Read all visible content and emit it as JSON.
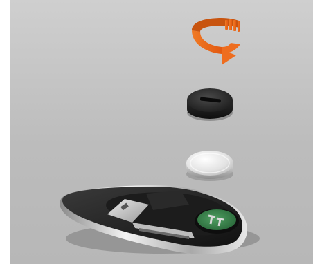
{
  "scene": {
    "background_color": "#bdbdbd",
    "accent_color": "#ec6a1c",
    "elements": [
      "rotate-arrow-icon",
      "battery-cover-cap",
      "coin-cell-battery",
      "key-fob-open-housing"
    ]
  }
}
